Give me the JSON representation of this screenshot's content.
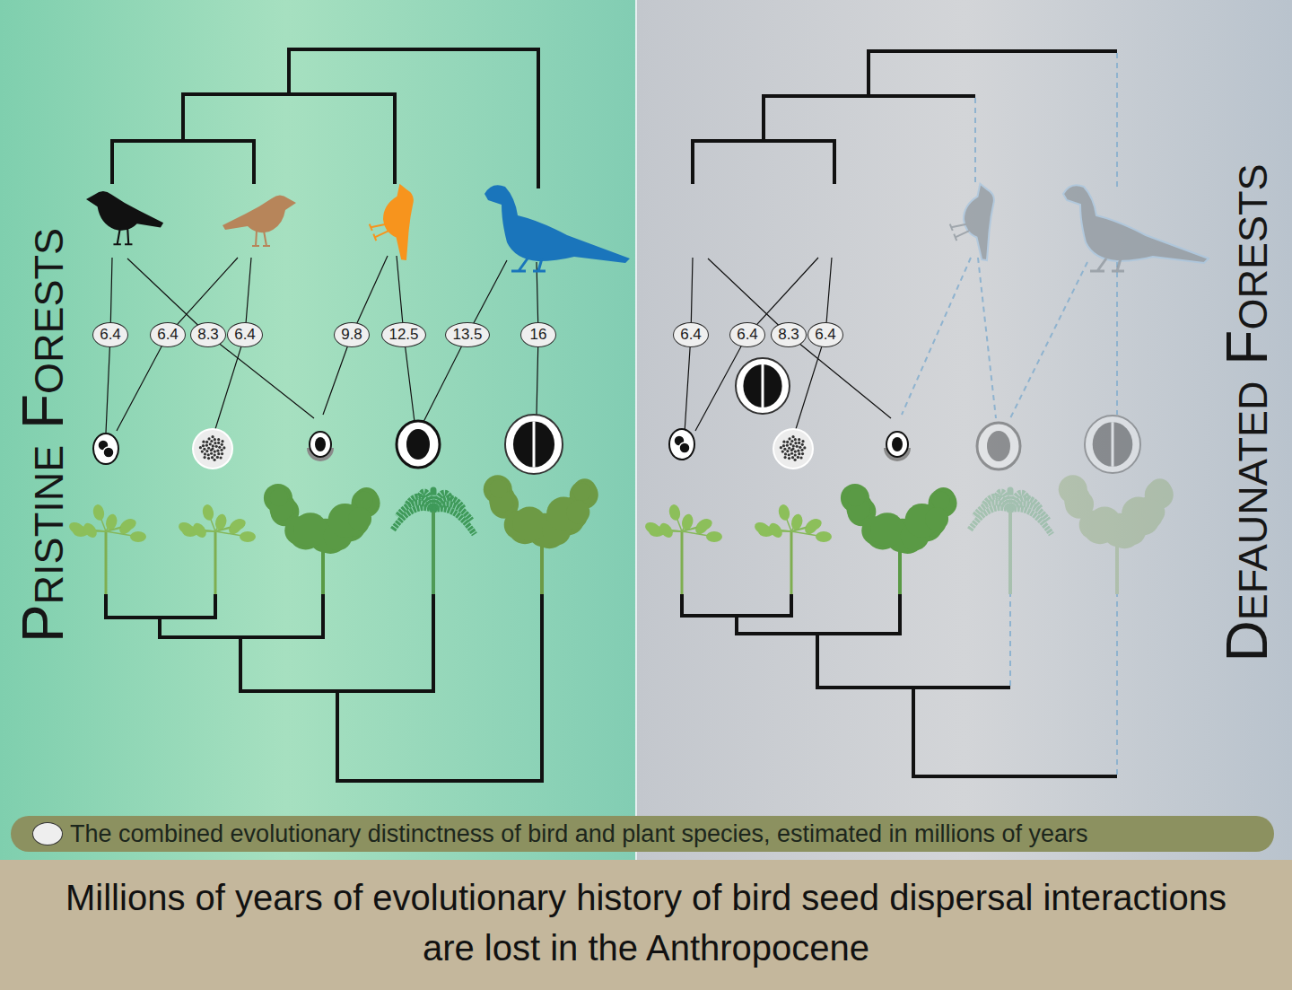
{
  "diagram": {
    "caption": "Millions of years of evolutionary history of bird seed dispersal interactions are lost in the Anthropocene",
    "nodes": [
      {
        "text": [
          "6.4"
        ]
      },
      {
        "text": [
          "6.4"
        ]
      },
      {
        "text": [
          "8.3"
        ]
      },
      {
        "text": [
          "6.4"
        ]
      },
      {
        "text": [
          "9.8"
        ]
      },
      {
        "text": [
          "12.5"
        ]
      },
      {
        "text": [
          "13.5"
        ]
      },
      {
        "text": [
          "16"
        ]
      },
      {
        "text": [
          "6.4"
        ]
      },
      {
        "text": [
          "6.4"
        ]
      },
      {
        "text": [
          "8.3"
        ]
      },
      {
        "text": [
          "6.4"
        ]
      }
    ],
    "labels": [
      "Pristine Forests",
      "Defaunated Forests"
    ],
    "legend": [
      {
        "text": "The combined evolutionary distinctness of bird and plant species, estimated in millions of years",
        "color": "#eeeeee"
      }
    ]
  }
}
